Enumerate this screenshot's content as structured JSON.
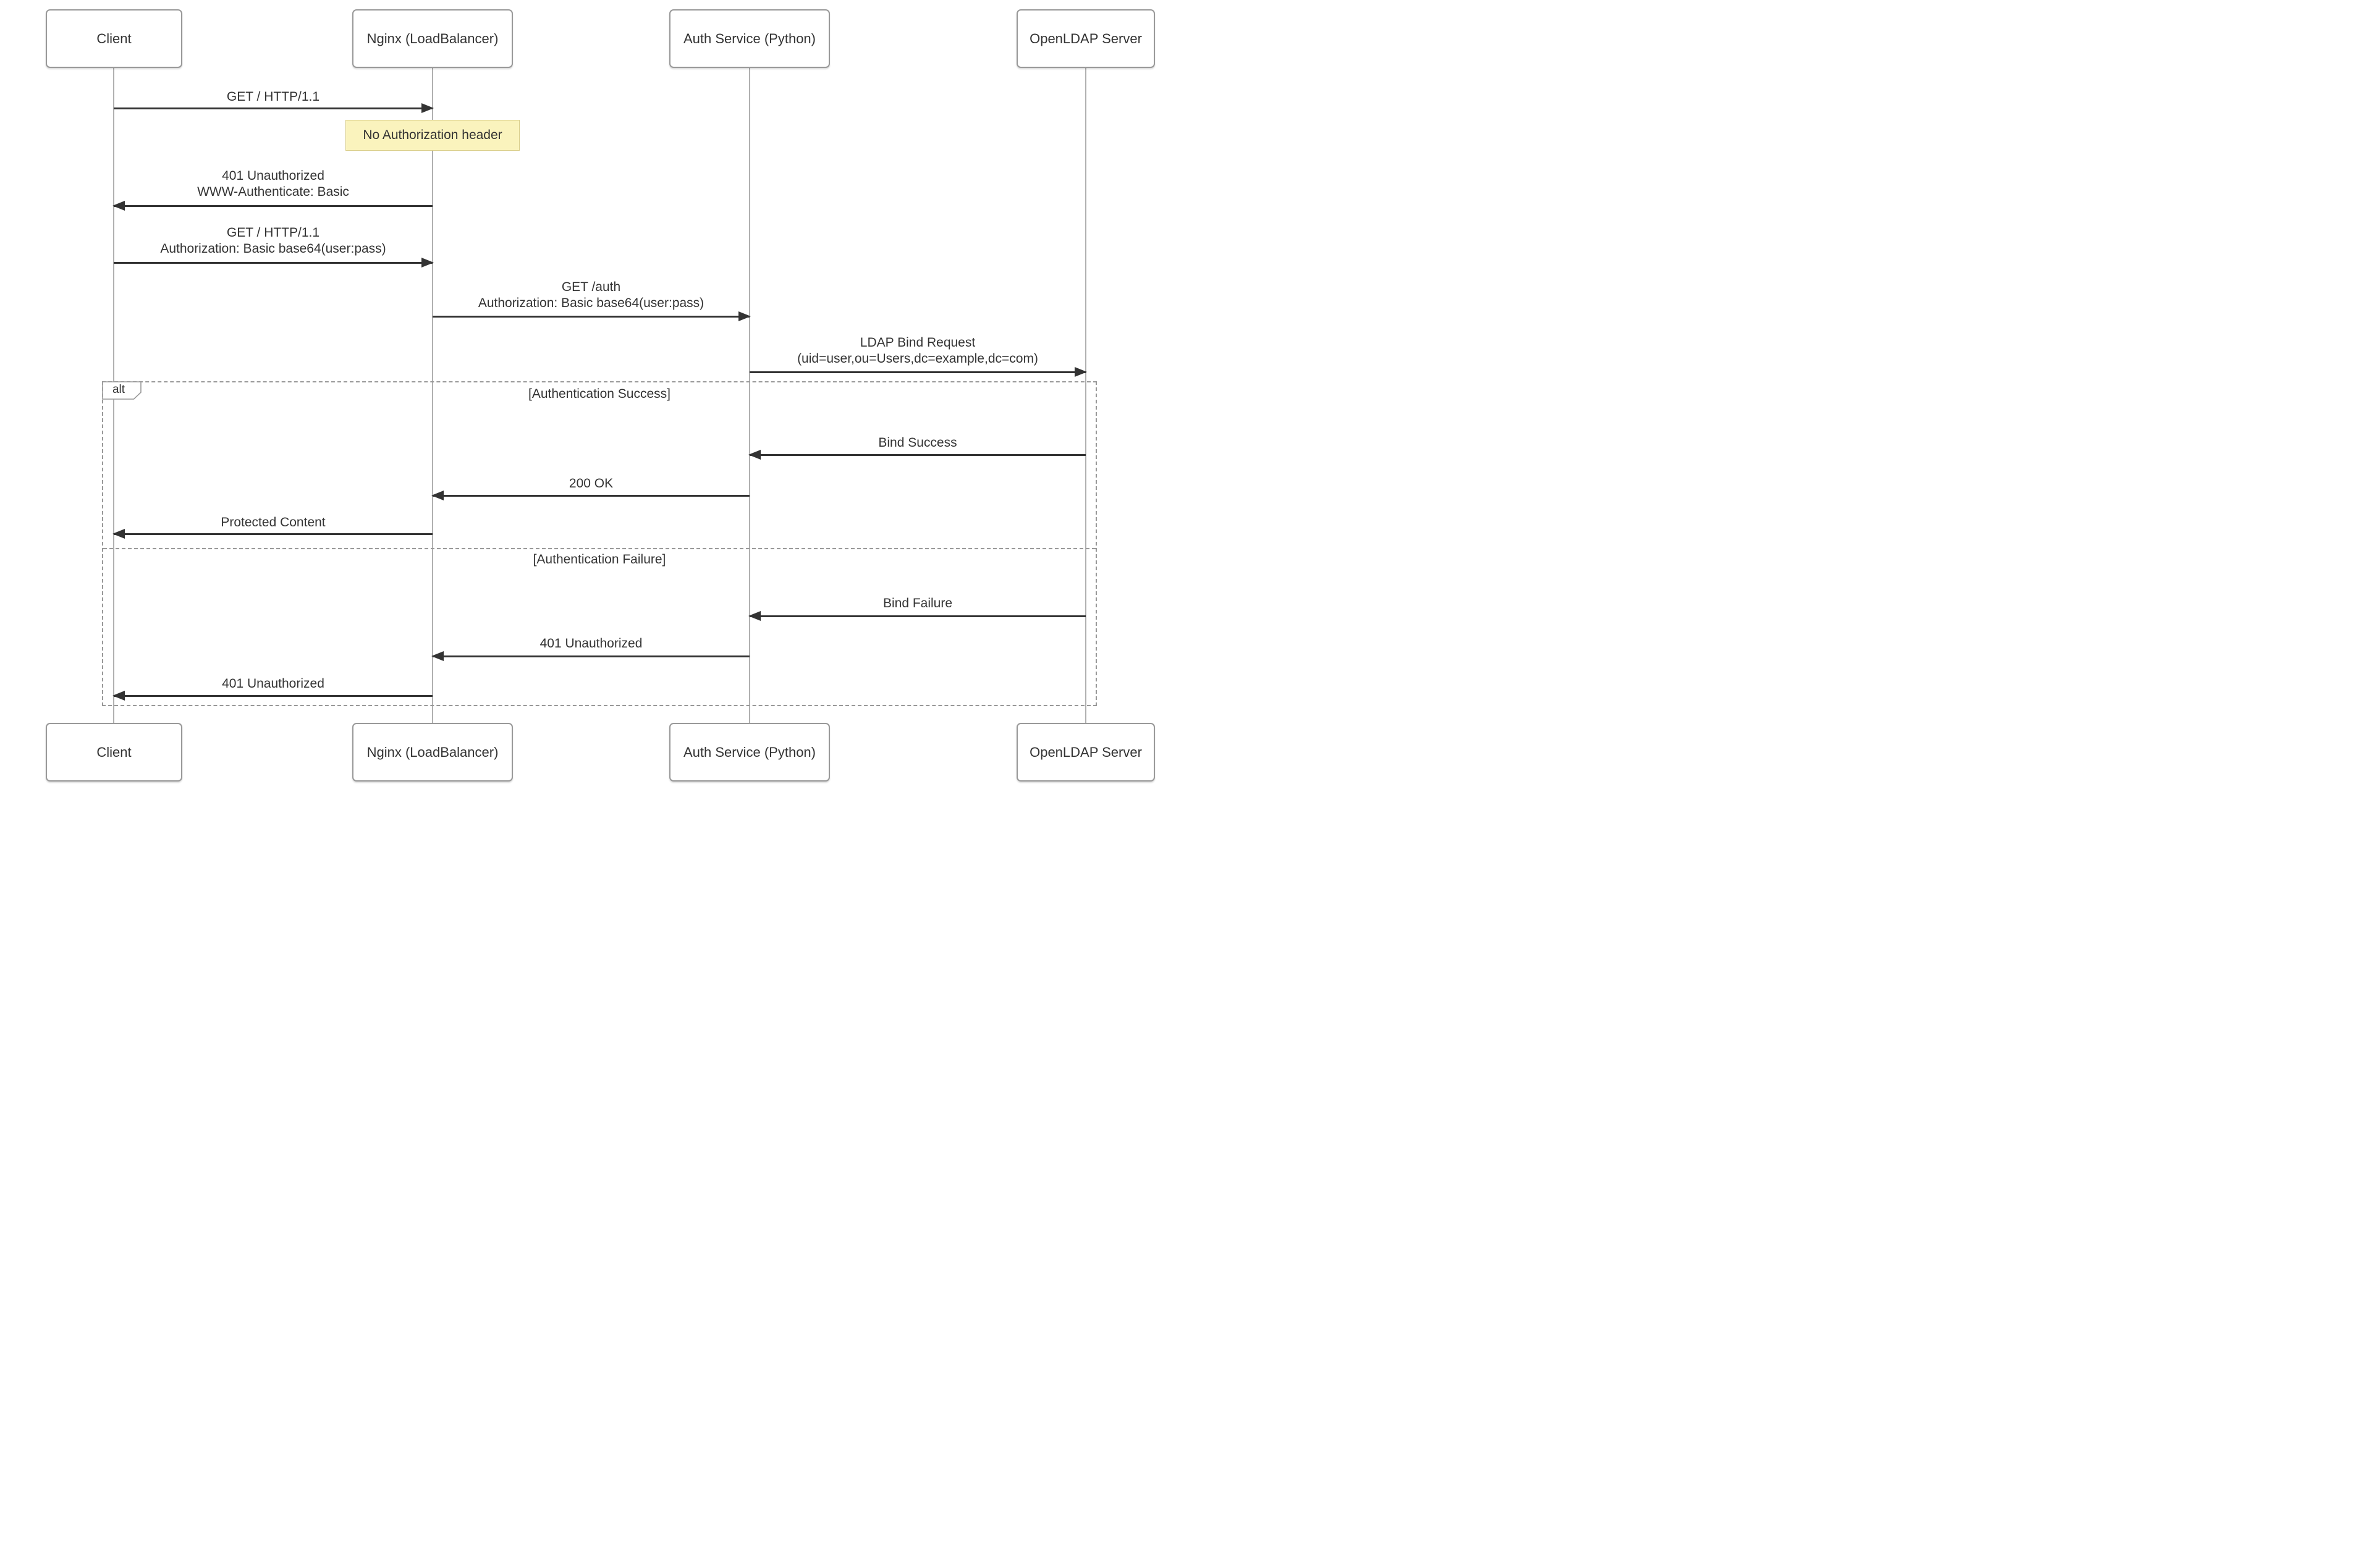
{
  "diagram": {
    "type": "sequence-diagram",
    "participants": [
      {
        "label": "Client"
      },
      {
        "label": "Nginx (LoadBalancer)"
      },
      {
        "label": "Auth Service (Python)"
      },
      {
        "label": "OpenLDAP Server"
      }
    ],
    "messages": [
      {
        "from": "Client",
        "to": "Nginx (LoadBalancer)",
        "text1": "GET / HTTP/1.1"
      },
      {
        "from": "Nginx (LoadBalancer)",
        "to": "Client",
        "text1": "401 Unauthorized",
        "text2": "WWW-Authenticate: Basic"
      },
      {
        "from": "Client",
        "to": "Nginx (LoadBalancer)",
        "text1": "GET / HTTP/1.1",
        "text2": "Authorization: Basic base64(user:pass)"
      },
      {
        "from": "Nginx (LoadBalancer)",
        "to": "Auth Service (Python)",
        "text1": "GET /auth",
        "text2": "Authorization: Basic base64(user:pass)"
      },
      {
        "from": "Auth Service (Python)",
        "to": "OpenLDAP Server",
        "text1": "LDAP Bind Request",
        "text2": "(uid=user,ou=Users,dc=example,dc=com)"
      },
      {
        "from": "OpenLDAP Server",
        "to": "Auth Service (Python)",
        "text1": "Bind Success"
      },
      {
        "from": "Auth Service (Python)",
        "to": "Nginx (LoadBalancer)",
        "text1": "200 OK"
      },
      {
        "from": "Nginx (LoadBalancer)",
        "to": "Client",
        "text1": "Protected Content"
      },
      {
        "from": "OpenLDAP Server",
        "to": "Auth Service (Python)",
        "text1": "Bind Failure"
      },
      {
        "from": "Auth Service (Python)",
        "to": "Nginx (LoadBalancer)",
        "text1": "401 Unauthorized"
      },
      {
        "from": "Nginx (LoadBalancer)",
        "to": "Client",
        "text1": "401 Unauthorized"
      }
    ],
    "note": {
      "over": "Nginx (LoadBalancer)",
      "text": "No Authorization header"
    },
    "alt": {
      "keyword": "alt",
      "sections": [
        {
          "condition": "[Authentication Success]"
        },
        {
          "condition": "[Authentication Failure]"
        }
      ]
    },
    "colors": {
      "note_fill": "#faf3bd",
      "note_border": "#d9cd87",
      "actor_border": "#999999",
      "lifeline": "#b0b0b0",
      "arrow": "#333333",
      "text": "#333333",
      "frame_border": "#999999"
    }
  }
}
